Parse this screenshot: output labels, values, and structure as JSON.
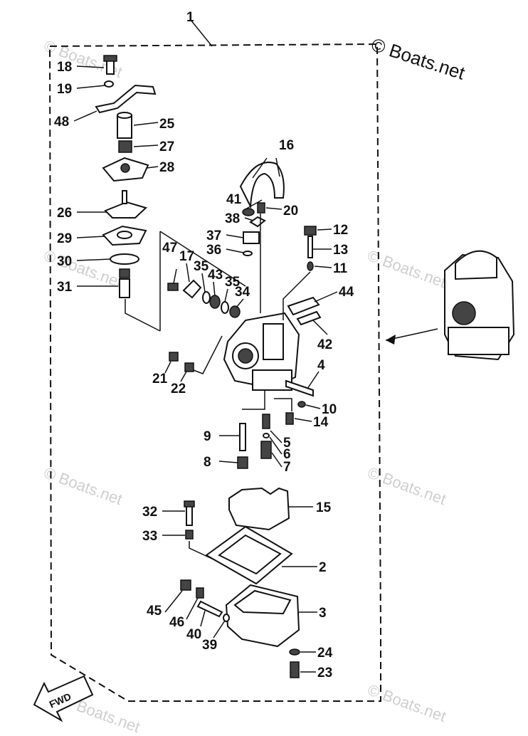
{
  "brand": "© Boats.net",
  "watermark": "© Boats.net",
  "fwd_label": "FWD",
  "labels": {
    "n1": "1",
    "n2": "2",
    "n3": "3",
    "n4": "4",
    "n5": "5",
    "n6": "6",
    "n7": "7",
    "n8": "8",
    "n9": "9",
    "n10": "10",
    "n11": "11",
    "n12": "12",
    "n13": "13",
    "n14": "14",
    "n15": "15",
    "n16": "16",
    "n17": "17",
    "n18": "18",
    "n19": "19",
    "n20": "20",
    "n21": "21",
    "n22": "22",
    "n23": "23",
    "n24": "24",
    "n25": "25",
    "n26": "26",
    "n27": "27",
    "n28": "28",
    "n29": "29",
    "n30": "30",
    "n31": "31",
    "n32": "32",
    "n33": "33",
    "n34": "34",
    "n35a": "35",
    "n35b": "35",
    "n36": "36",
    "n37": "37",
    "n38": "38",
    "n39": "39",
    "n40": "40",
    "n41": "41",
    "n42": "42",
    "n43": "43",
    "n44": "44",
    "n45": "45",
    "n46": "46",
    "n47": "47",
    "n48": "48"
  }
}
